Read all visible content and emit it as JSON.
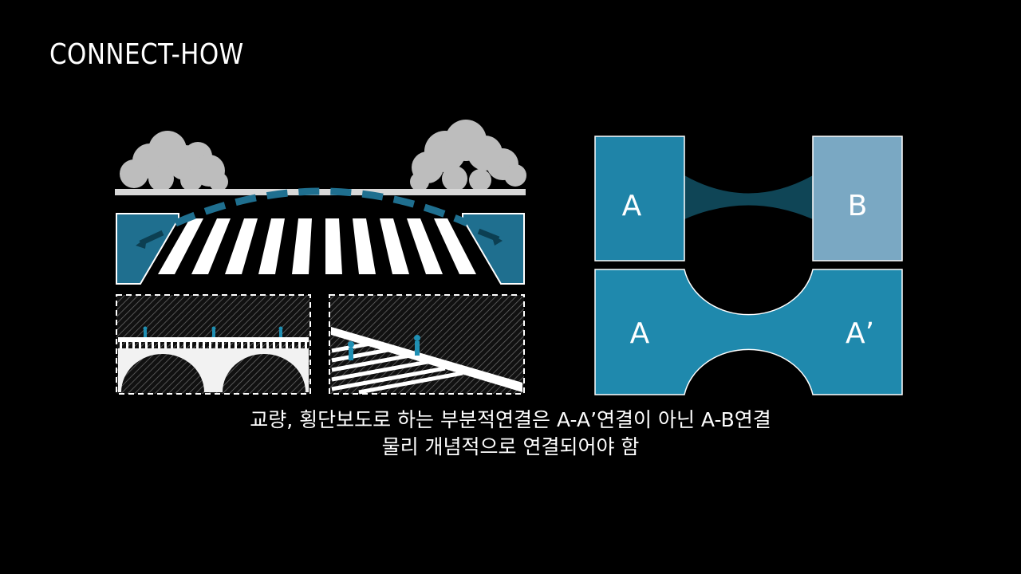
{
  "slide": {
    "title": "CONNECT-HOW"
  },
  "diagram": {
    "top_pair": {
      "left_label": "A",
      "right_label": "B",
      "left_color": "#1f84a8",
      "right_color": "#7aa8c3",
      "connector_color": "#0f4556"
    },
    "bottom_shape": {
      "left_label": "A",
      "right_label": "A’",
      "color": "#1f89ad"
    }
  },
  "illustration": {
    "accent_color": "#1f6f8f",
    "road_color": "#ffffff"
  },
  "caption": {
    "line1": "교량, 횡단보도로 하는 부분적연결은  A-A’연결이 아닌 A-B연결",
    "line2": "물리 개념적으로 연결되어야 함"
  }
}
